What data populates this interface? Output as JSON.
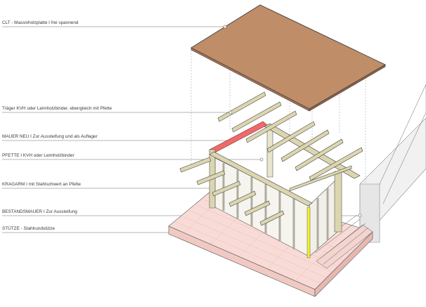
{
  "labels": {
    "clt": "CLT - Massivholzplatte I frei spannend",
    "traeger": "Träger KVH oder Leimholzbinder, ebengleich mit Pfette",
    "mauer_neu": "MAUER NEU I  Zur Aussteifung und als Auflager",
    "pfette": "PFETTE  I  KVH oder Leimholzbinder",
    "kragarm": "KRAGARM  I  mit Stahlschwert an Pfette",
    "bestandsmauer": "BESTANDSMAUER  I  Zur Aussteifung",
    "stuetze": "STÜTZE - Stahlrundstütze"
  },
  "colors": {
    "clt_plate": "#bf8d68",
    "timber": "#dcd6b0",
    "new_wall": "#f06a6a",
    "existing_wall": "#eeeeee",
    "steel_column": "#f2ee2a",
    "deck": "#f8dbd7",
    "frame_post": "#b9b5ab",
    "leader_line": "#6a6a6a"
  }
}
